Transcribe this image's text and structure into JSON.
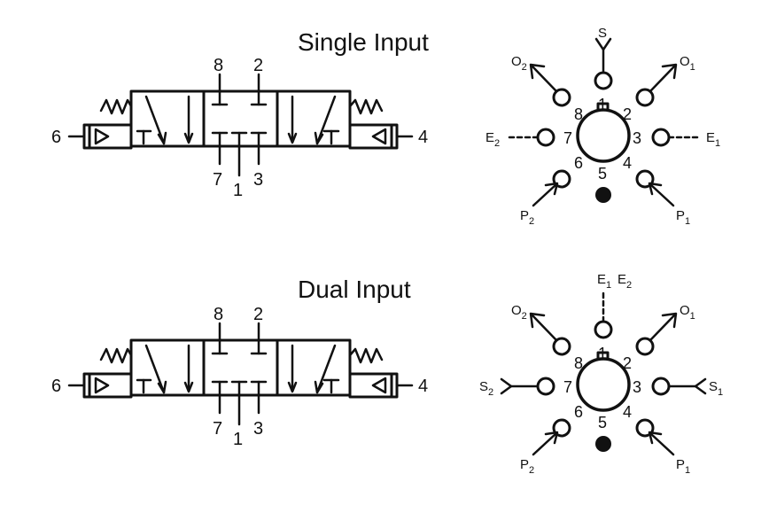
{
  "panels": [
    {
      "title": "Single Input",
      "symbol_ports": {
        "top_left": "8",
        "top_right": "2",
        "bottom_left": "7",
        "bottom_center": "1",
        "bottom_right": "3",
        "left": "6",
        "right": "4"
      },
      "port_numbers": [
        "1",
        "2",
        "3",
        "4",
        "5",
        "6",
        "7",
        "8"
      ],
      "labels": {
        "top": {
          "main": "S",
          "sub": ""
        },
        "top2": {
          "main": "",
          "sub": ""
        },
        "o2": {
          "main": "O",
          "sub": "2"
        },
        "o1": {
          "main": "O",
          "sub": "1"
        },
        "left": {
          "main": "E",
          "sub": "2"
        },
        "right": {
          "main": "E",
          "sub": "1"
        },
        "p2": {
          "main": "P",
          "sub": "2"
        },
        "p1": {
          "main": "P",
          "sub": "1"
        }
      }
    },
    {
      "title": "Dual Input",
      "symbol_ports": {
        "top_left": "8",
        "top_right": "2",
        "bottom_left": "7",
        "bottom_center": "1",
        "bottom_right": "3",
        "left": "6",
        "right": "4"
      },
      "port_numbers": [
        "1",
        "2",
        "3",
        "4",
        "5",
        "6",
        "7",
        "8"
      ],
      "labels": {
        "top": {
          "main": "E",
          "sub": "1"
        },
        "top2": {
          "main": "E",
          "sub": "2"
        },
        "o2": {
          "main": "O",
          "sub": "2"
        },
        "o1": {
          "main": "O",
          "sub": "1"
        },
        "left": {
          "main": "S",
          "sub": "2"
        },
        "right": {
          "main": "S",
          "sub": "1"
        },
        "p2": {
          "main": "P",
          "sub": "2"
        },
        "p1": {
          "main": "P",
          "sub": "1"
        }
      }
    }
  ]
}
